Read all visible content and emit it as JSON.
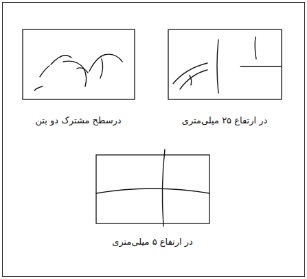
{
  "diagram": {
    "labels": [
      "درسطح مشترک دو بتن",
      "در ارتفاع ۲۵ میلی‌متری",
      "در ارتفاع ۵ میلی‌متری"
    ]
  }
}
